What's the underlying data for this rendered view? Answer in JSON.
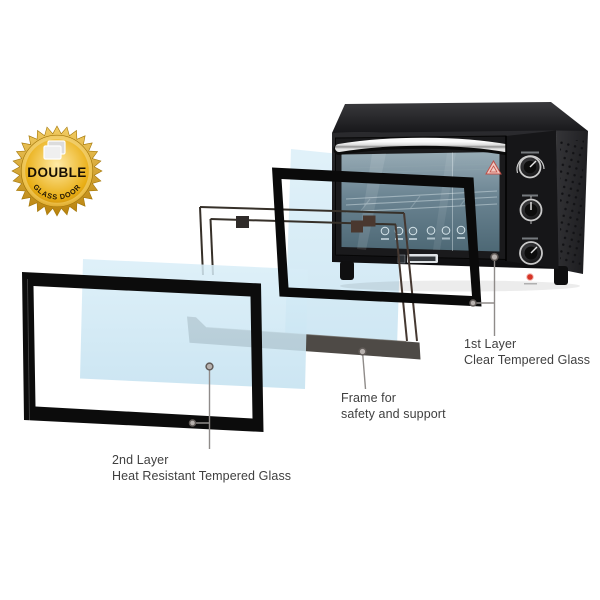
{
  "badge": {
    "title": "DOUBLE",
    "subtitle": "GLASS DOOR",
    "icon": "double-glass-pane-icon",
    "colors": {
      "gold_dark": "#b8810c",
      "gold_main": "#e9ae14",
      "gold_light": "#ffeaa6"
    }
  },
  "callouts": [
    {
      "id": "first-layer",
      "lines": [
        "1st Layer",
        "Clear Tempered Glass"
      ]
    },
    {
      "id": "second-layer",
      "lines": [
        "2nd Layer",
        "Heat Resistant Tempered Glass"
      ]
    },
    {
      "id": "support-frame",
      "lines": [
        "Frame for",
        "safety and support"
      ]
    }
  ],
  "diagram": {
    "layers": [
      "first-layer-clear-glass-panel",
      "first-layer-door-frame",
      "second-layer-heat-resistant-glass-panel",
      "second-layer-door-frame",
      "inner-retainer-wireframe",
      "safety-support-frame-bar"
    ],
    "colors": {
      "glass_blue": "#cde6f3",
      "frame_black": "#0c0c0c",
      "support_gray": "#4e4a46",
      "connector_gray": "#8f8b89",
      "label_text": "#3f3f3f"
    }
  },
  "oven": {
    "icons": [
      "warning-triangle-logo",
      "brand-plate",
      "function-icons-row",
      "knob-top",
      "knob-middle",
      "knob-bottom",
      "power-indicator-light"
    ],
    "colors": {
      "body_black": "#1a1a1c",
      "glass_tint": "#6b8492",
      "indicator_red": "#d63426"
    }
  }
}
